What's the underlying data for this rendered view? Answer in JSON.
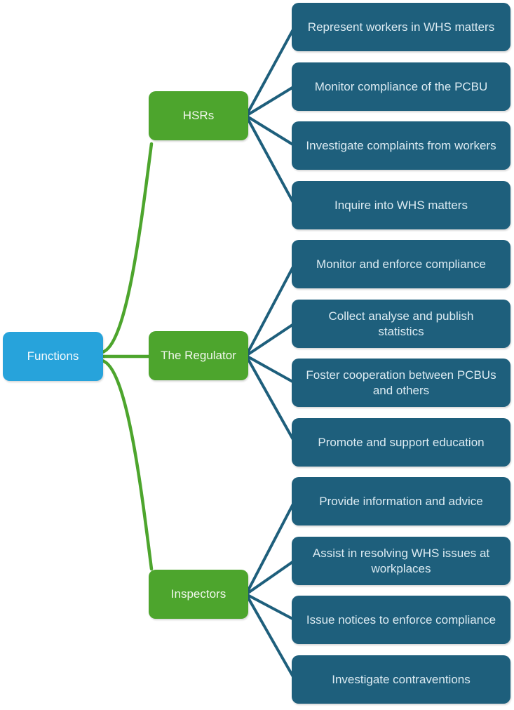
{
  "diagram": {
    "type": "mindmap-hierarchy",
    "root": {
      "label": "Functions"
    },
    "branches": [
      {
        "label": "HSRs",
        "children": [
          "Represent workers in WHS matters",
          "Monitor compliance of the PCBU",
          "Investigate complaints from workers",
          "Inquire into WHS matters"
        ]
      },
      {
        "label": "The Regulator",
        "children": [
          "Monitor and enforce compliance",
          "Collect analyse and publish statistics",
          "Foster cooperation between PCBUs and others",
          "Promote and support education"
        ]
      },
      {
        "label": "Inspectors",
        "children": [
          "Provide information and advice",
          "Assist in resolving WHS issues at workplaces",
          "Issue notices to  enforce compliance",
          "Investigate contraventions"
        ]
      }
    ],
    "colors": {
      "root_fill": "#27A3DB",
      "branch_fill": "#4DA52D",
      "leaf_fill": "#1E5F7C",
      "root_text": "#F4FAFD",
      "branch_text": "#F1F7ED",
      "leaf_text": "#DCEBF2",
      "connector_green": "#4DA52D",
      "connector_teal": "#1E5F7C",
      "background": "#FFFFFF"
    }
  }
}
